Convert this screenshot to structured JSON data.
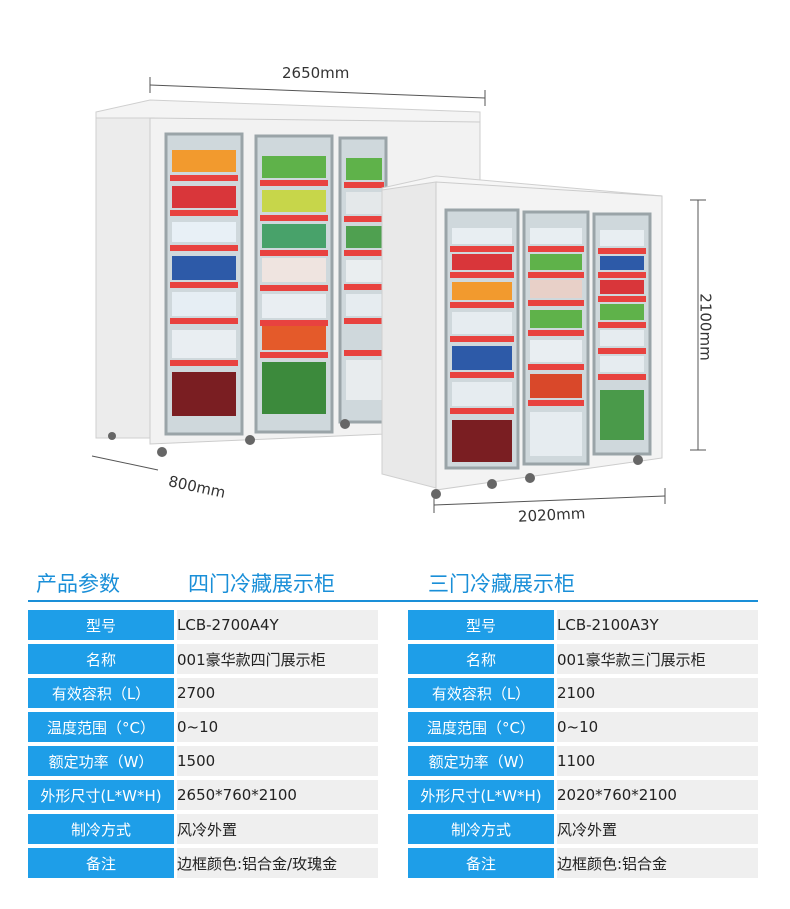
{
  "dimensions": {
    "width_4door": "2650mm",
    "depth": "800mm",
    "height": "2100mm",
    "width_3door": "2020mm"
  },
  "section": {
    "params_title": "产品参数",
    "model_a_title": "四门冷藏展示柜",
    "model_b_title": "三门冷藏展示柜"
  },
  "spec_a": [
    {
      "label": "型号",
      "value": "LCB-2700A4Y"
    },
    {
      "label": "名称",
      "value": "001豪华款四门展示柜"
    },
    {
      "label": "有效容积（L）",
      "value": "2700"
    },
    {
      "label": "温度范围（°C）",
      "value": "0~10"
    },
    {
      "label": "额定功率（W）",
      "value": "1500"
    },
    {
      "label": "外形尺寸(L*W*H)",
      "value": "2650*760*2100"
    },
    {
      "label": "制冷方式",
      "value": "风冷外置"
    },
    {
      "label": "备注",
      "value": "边框颜色:铝合金/玫瑰金"
    }
  ],
  "spec_b": [
    {
      "label": "型号",
      "value": "LCB-2100A3Y"
    },
    {
      "label": "名称",
      "value": "001豪华款三门展示柜"
    },
    {
      "label": "有效容积（L）",
      "value": "2100"
    },
    {
      "label": "温度范围（°C）",
      "value": "0~10"
    },
    {
      "label": "额定功率（W）",
      "value": "1100"
    },
    {
      "label": "外形尺寸(L*W*H)",
      "value": "2020*760*2100"
    },
    {
      "label": "制冷方式",
      "value": "风冷外置"
    },
    {
      "label": "备注",
      "value": "边框颜色:铝合金"
    }
  ],
  "colors": {
    "accent": "#1a8fd8",
    "label_bg": "#1e9ee8",
    "value_bg": "#efefef"
  }
}
